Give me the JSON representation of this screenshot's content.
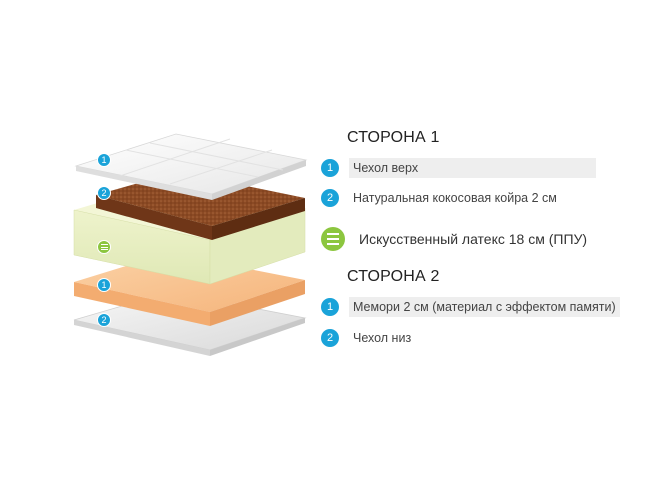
{
  "side1": {
    "title": "СТОРОНА 1",
    "items": [
      {
        "num": "1",
        "label": "Чехол верх"
      },
      {
        "num": "2",
        "label": "Натуральная кокосовая койра 2 см"
      }
    ]
  },
  "core": {
    "label": "Искусственный латекс 18 см (ППУ)",
    "icon": "layers-icon"
  },
  "side2": {
    "title": "СТОРОНА 2",
    "items": [
      {
        "num": "1",
        "label": "Мемори 2 см (материал с эффектом памяти)"
      },
      {
        "num": "2",
        "label": "Чехол низ"
      }
    ]
  },
  "illustration": {
    "badges": [
      "1",
      "2",
      "1",
      "2"
    ]
  },
  "colors": {
    "accent_blue": "#1aa3d9",
    "accent_green": "#8cc63f",
    "coconut": "#8a4a25",
    "latex": "#eef2cf",
    "memory": "#f7c08d",
    "cover": "#f4f4f4"
  }
}
